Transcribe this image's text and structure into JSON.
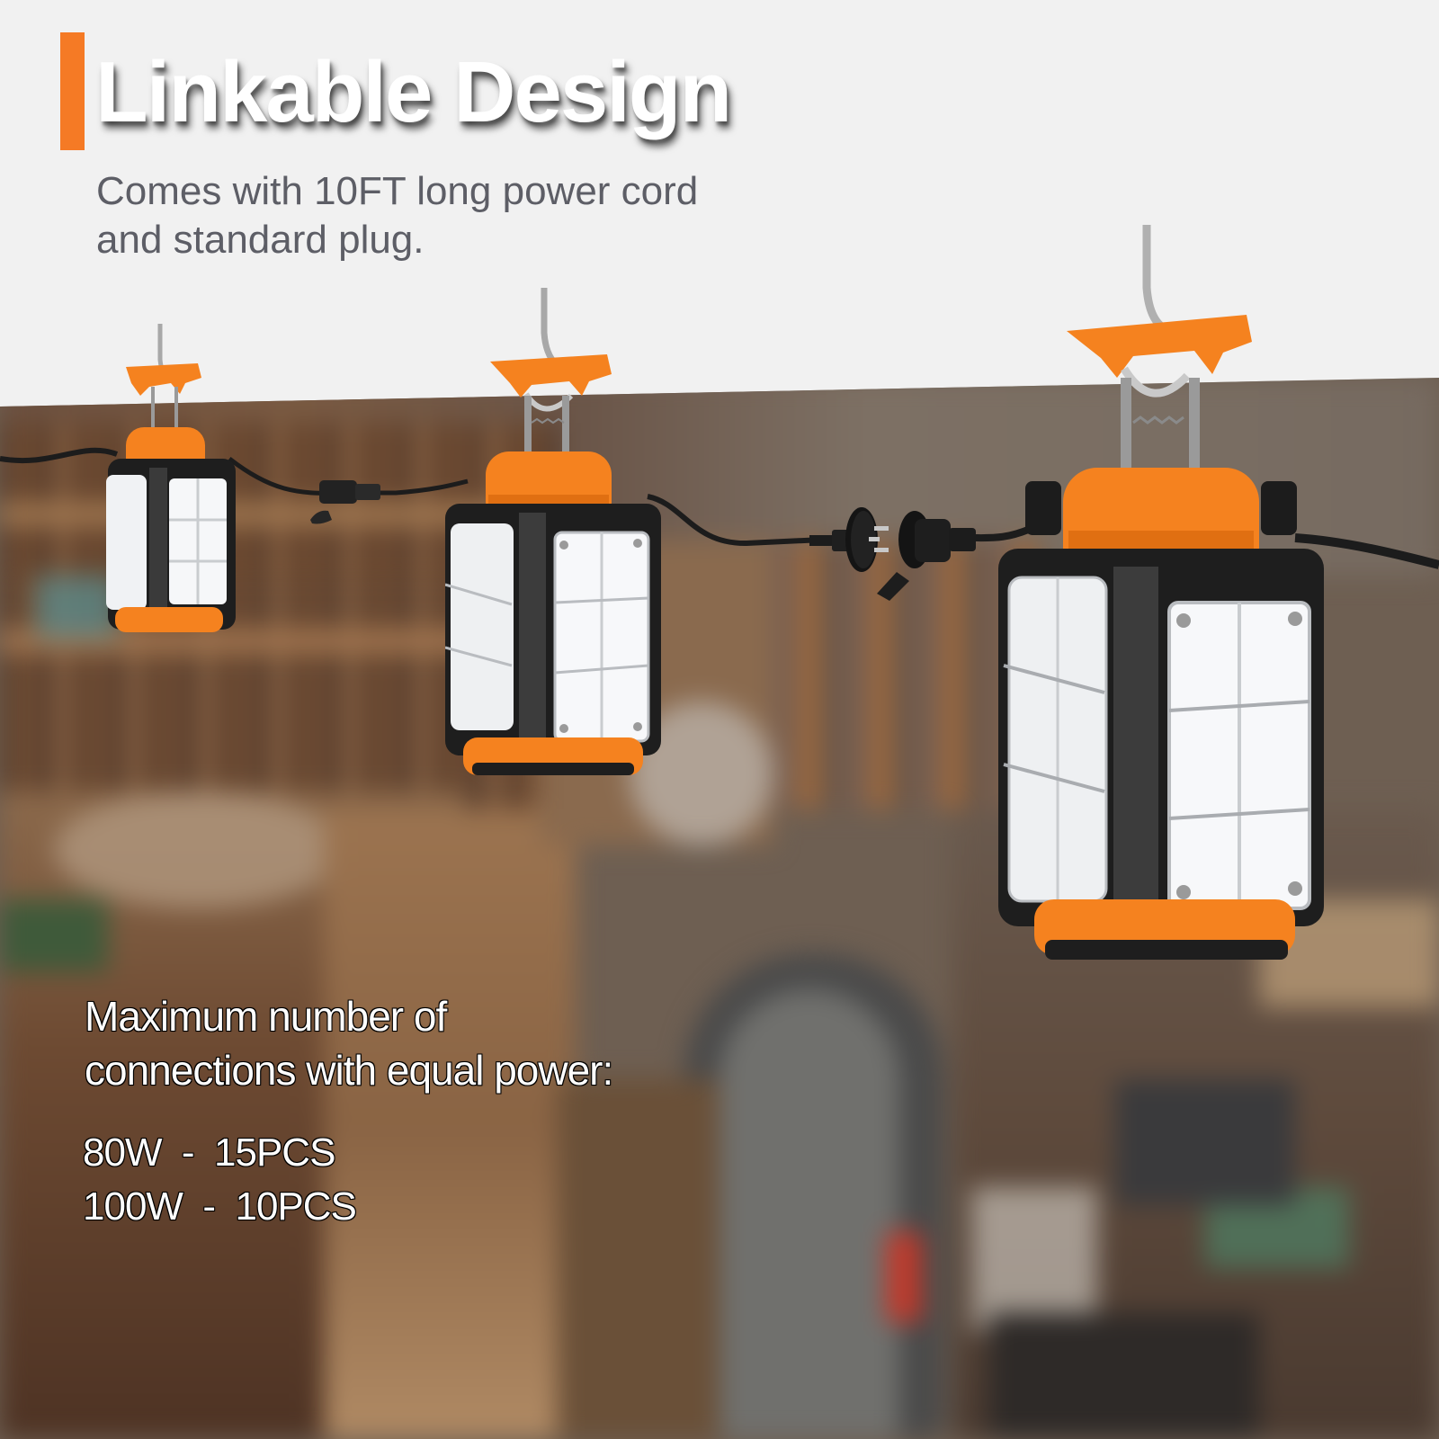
{
  "headline": {
    "title": "Linkable Design",
    "subtitle_line1": "Comes with 10FT long power cord",
    "subtitle_line2": "and standard plug."
  },
  "connections": {
    "heading_line1": "Maximum number of",
    "heading_line2": "connections with equal power:",
    "specs": [
      {
        "label": "80W  -  15PCS",
        "wattage": "80W",
        "count": "15PCS"
      },
      {
        "label": "100W  -  10PCS",
        "wattage": "100W",
        "count": "10PCS"
      }
    ]
  },
  "product": {
    "lamp_count": 3,
    "icons": [
      "hanging-hook-icon",
      "led-panel-icon",
      "power-plug-icon",
      "power-socket-icon"
    ]
  },
  "colors": {
    "accent": "#f57a25",
    "background": "#f1f1f1",
    "title": "#ffffff",
    "subtitle": "#5d5e66",
    "lamp_orange": "#f5821f",
    "lamp_frame": "#1e1e1e",
    "led_panel": "#f4f6f8"
  }
}
